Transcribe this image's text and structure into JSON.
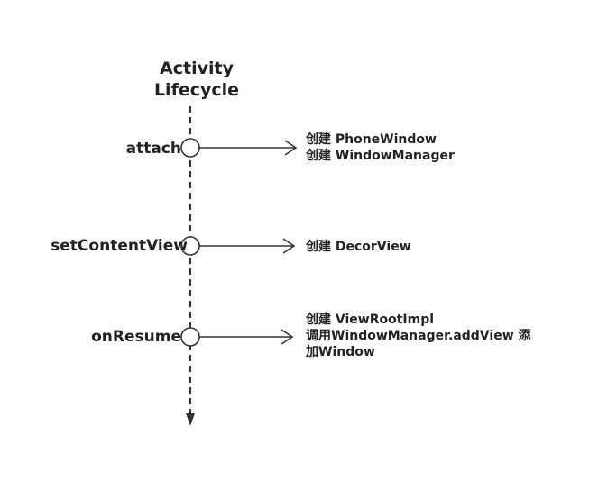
{
  "title": {
    "line1": "Activity",
    "line2": "Lifecycle"
  },
  "stages": [
    {
      "label": "attach",
      "notes": [
        "创建 PhoneWindow",
        "创建 WindowManager"
      ]
    },
    {
      "label": "setContentView",
      "notes": [
        "创建 DecorView"
      ]
    },
    {
      "label": "onResume",
      "notes": [
        "创建 ViewRootImpl",
        "调用WindowManager.addView 添",
        "加Window"
      ]
    }
  ],
  "colors": {
    "stroke": "#333333",
    "text": "#222222",
    "background": "#ffffff"
  }
}
